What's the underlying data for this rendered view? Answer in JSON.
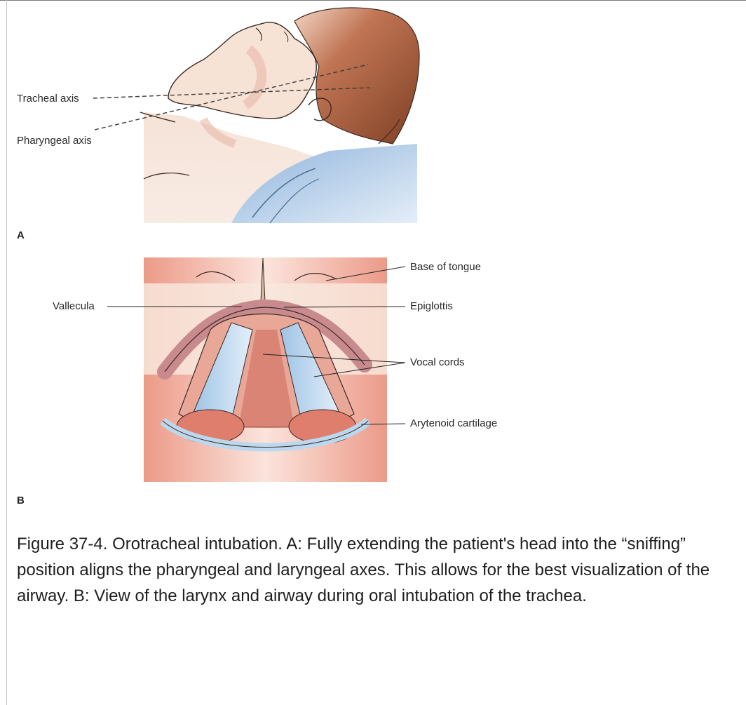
{
  "panel_a": {
    "letter": "A",
    "labels": {
      "tracheal_axis": "Tracheal axis",
      "pharyngeal_axis": "Pharyngeal axis"
    }
  },
  "panel_b": {
    "letter": "B",
    "labels": {
      "base_of_tongue": "Base of tongue",
      "vallecula": "Vallecula",
      "epiglottis": "Epiglottis",
      "vocal_cords": "Vocal cords",
      "arytenoid_cartilage": "Arytenoid cartilage"
    }
  },
  "caption": "Figure 37-4. Orotracheal intubation. A: Fully extending the patient's head into the “sniffing” position aligns the pharyngeal and laryngeal axes. This allows for the best visualization of the airway. B: View of the larynx and airway during oral intubation of the trachea.",
  "colors": {
    "skin": "#f3d9cc",
    "hair": "#a35a3a",
    "gown": "#a9c7e3",
    "mucosa": "#e99a86",
    "cord": "#bcd8ee"
  }
}
